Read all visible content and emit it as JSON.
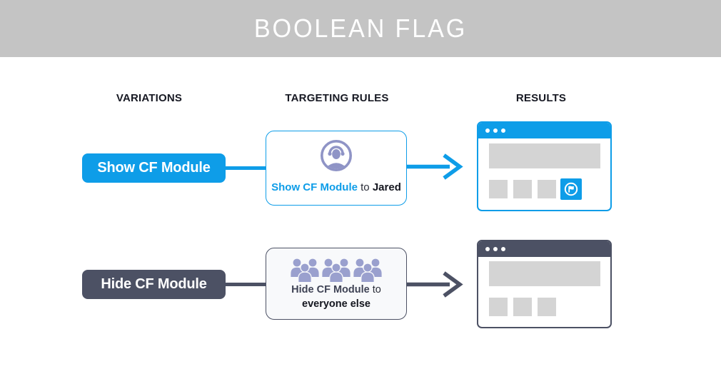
{
  "title": "BOOLEAN FLAG",
  "columns": {
    "variations": "VARIATIONS",
    "targeting": "TARGETING RULES",
    "results": "RESULTS"
  },
  "colors": {
    "header_bg": "#c4c4c4",
    "show_blue": "#0e9de8",
    "hide_slate": "#4c5164",
    "avatar_purple": "#8f94c6",
    "crowd_periwinkle": "#9aa0ce",
    "placeholder_gray": "#d4d4d4",
    "rule_card_bg": "#f8f9fb"
  },
  "show_row": {
    "variation_label": "Show CF Module",
    "rule": {
      "icon": "user-avatar-icon",
      "flag_name": "Show CF Module",
      "connector": " to ",
      "audience": "Jared"
    },
    "result": {
      "window": "browser-mockup",
      "flag_module_visible": true,
      "tile_icon": "flag-icon"
    }
  },
  "hide_row": {
    "variation_label": "Hide CF Module",
    "rule": {
      "icon": "crowd-icon",
      "flag_name": "Hide CF Module",
      "connector": " to",
      "audience": "everyone else"
    },
    "result": {
      "window": "browser-mockup",
      "flag_module_visible": false
    }
  }
}
